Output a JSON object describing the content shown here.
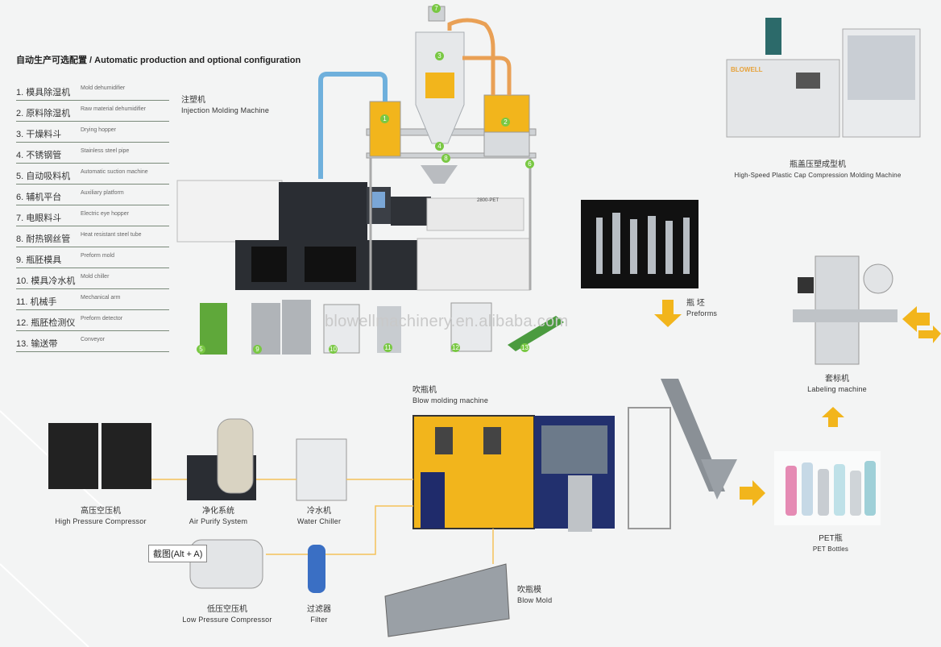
{
  "header": {
    "title": "自动生产可选配置 / Automatic production and optional configuration"
  },
  "options": [
    {
      "cn": "1. 模具除湿机",
      "en": "Mold dehumidifier"
    },
    {
      "cn": "2. 原料除湿机",
      "en": "Raw material dehumidifier"
    },
    {
      "cn": "3. 干燥料斗",
      "en": "Drying hopper"
    },
    {
      "cn": "4. 不锈钢管",
      "en": "Stainless steel pipe"
    },
    {
      "cn": "5. 自动吸料机",
      "en": "Automatic suction machine"
    },
    {
      "cn": "6. 辅机平台",
      "en": "Auxiliary platform"
    },
    {
      "cn": "7. 电眼料斗",
      "en": "Electric eye hopper"
    },
    {
      "cn": "8. 耐热钢丝管",
      "en": "Heat resistant steel tube"
    },
    {
      "cn": "9. 瓶胚模具",
      "en": "Preform mold"
    },
    {
      "cn": "10. 模具冷水机",
      "en": "Mold chiller"
    },
    {
      "cn": "11. 机械手",
      "en": "Mechanical arm"
    },
    {
      "cn": "12. 瓶胚检测仪",
      "en": "Preform detector"
    },
    {
      "cn": "13. 输送带",
      "en": "Conveyor"
    }
  ],
  "captions": {
    "injection": {
      "cn": "注塑机",
      "en": "Injection Molding Machine"
    },
    "cap_machine": {
      "cn": "瓶盖压塑成型机",
      "en": "High-Speed Plastic Cap Compression Molding Machine"
    },
    "preforms": {
      "cn": "瓶 坯",
      "en": "Preforms"
    },
    "labeling": {
      "cn": "套标机",
      "en": "Labeling machine"
    },
    "blow": {
      "cn": "吹瓶机",
      "en": "Blow molding machine"
    },
    "pet": {
      "cn": "PET瓶",
      "en": "PET Bottles"
    },
    "hp_comp": {
      "cn": "高压空压机",
      "en": "High Pressure Compressor"
    },
    "air_purify": {
      "cn": "净化系统",
      "en": "Air Purify System"
    },
    "chiller": {
      "cn": "冷水机",
      "en": "Water Chiller"
    },
    "lp_comp": {
      "cn": "低压空压机",
      "en": "Low Pressure Compressor"
    },
    "filter": {
      "cn": "过滤器",
      "en": "Filter"
    },
    "blow_mold": {
      "cn": "吹瓶模",
      "en": "Blow Mold"
    }
  },
  "machine_labels": {
    "brand": "BLOWELL",
    "model": "2800-PET"
  },
  "badges": [
    "1",
    "2",
    "3",
    "4",
    "5",
    "6",
    "7",
    "8",
    "9",
    "10",
    "11",
    "12",
    "13"
  ],
  "watermark": "blowellmachinery.en.alibaba.com",
  "tooltip": "截图(Alt + A)",
  "colors": {
    "accent_yellow": "#f2b51c",
    "badge_green": "#79c843",
    "pipe_blue": "#6fb0dc",
    "pipe_orange": "#e9a055",
    "flow_line": "#f5c15a"
  }
}
